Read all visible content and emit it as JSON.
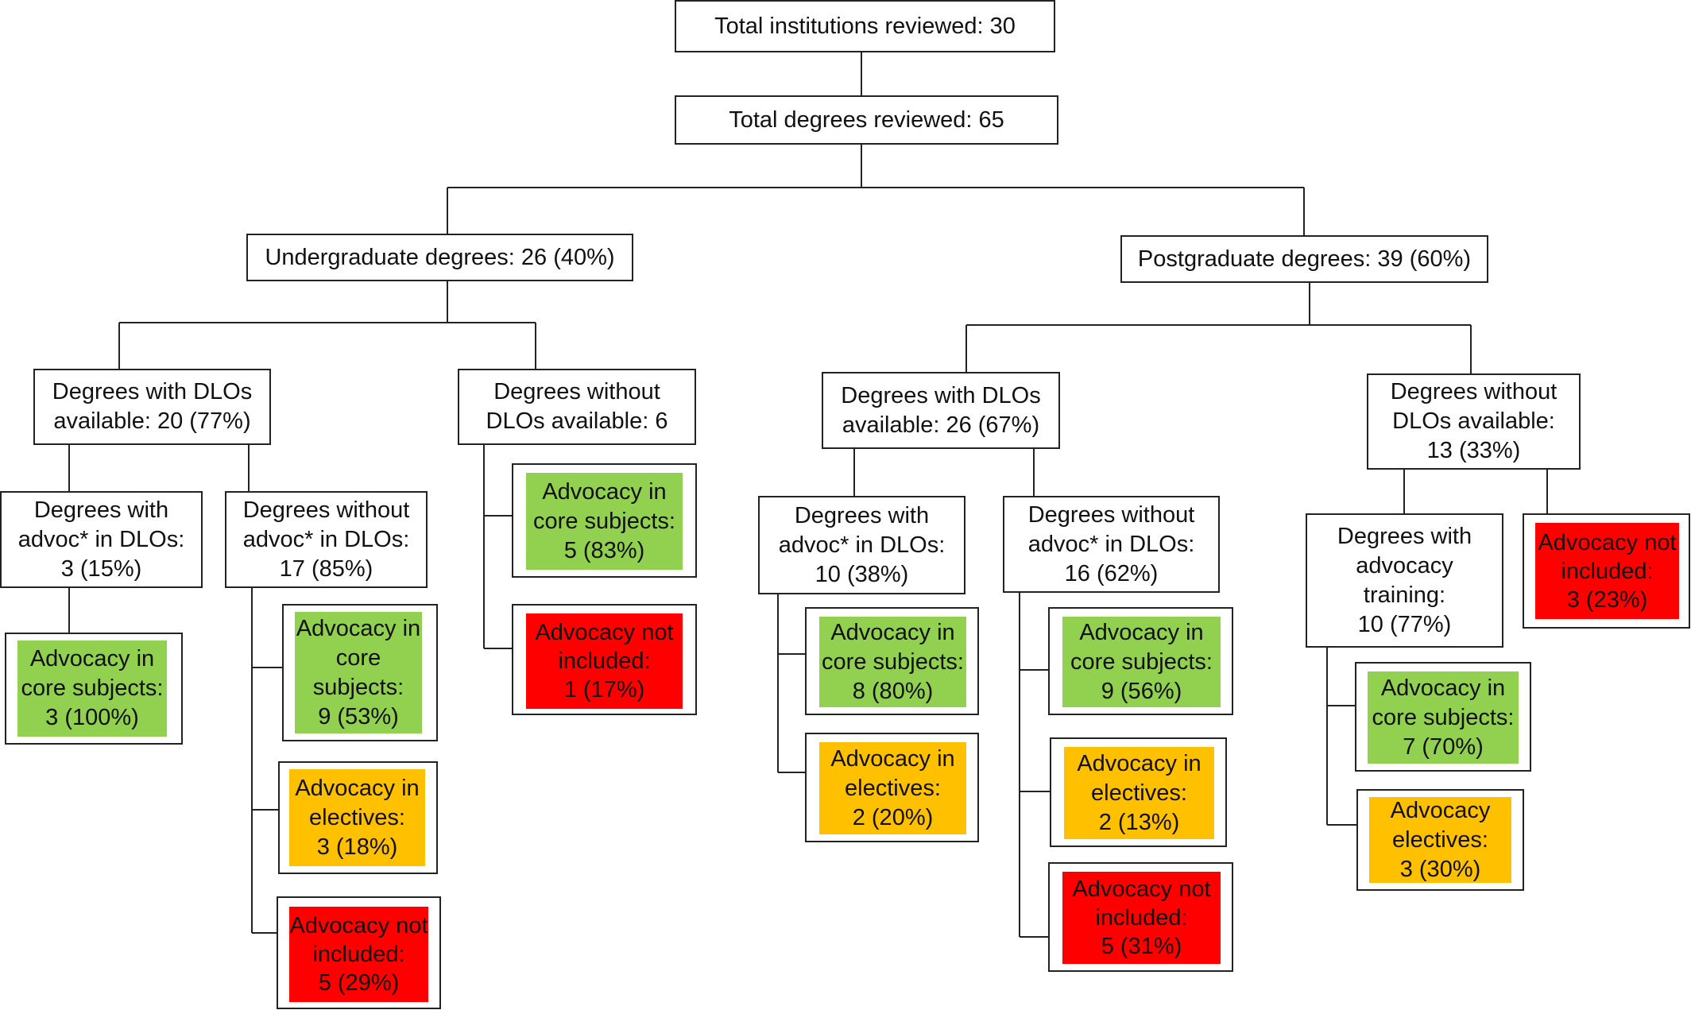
{
  "colors": {
    "core_subjects": "#92d050",
    "electives": "#ffc000",
    "not_included": "#ff0000",
    "line": "#222222"
  },
  "total_institutions": "Total institutions reviewed: 30",
  "total_degrees": "Total degrees reviewed: 65",
  "undergraduate": {
    "title": "Undergraduate degrees: 26 (40%)",
    "with_dlos": {
      "title": "Degrees with DLOs\navailable: 20 (77%)",
      "with_advoc": {
        "title": "Degrees with\nadvoc* in DLOs:\n3 (15%)",
        "core": "Advocacy in\ncore subjects:\n3 (100%)"
      },
      "without_advoc": {
        "title": "Degrees without\nadvoc* in DLOs:\n17 (85%)",
        "core": "Advocacy in\ncore\nsubjects:\n9 (53%)",
        "electives": "Advocacy in\nelectives:\n3 (18%)",
        "not_included": "Advocacy not\nincluded:\n5 (29%)"
      }
    },
    "without_dlos": {
      "title": "Degrees without\nDLOs available: 6",
      "core": "Advocacy in\ncore subjects:\n5 (83%)",
      "not_included": "Advocacy not\nincluded:\n1 (17%)"
    }
  },
  "postgraduate": {
    "title": "Postgraduate degrees: 39 (60%)",
    "with_dlos": {
      "title": "Degrees with DLOs\navailable: 26 (67%)",
      "with_advoc": {
        "title": "Degrees with\nadvoc* in DLOs:\n10 (38%)",
        "core": "Advocacy in\ncore subjects:\n8 (80%)",
        "electives": "Advocacy in\nelectives:\n2 (20%)"
      },
      "without_advoc": {
        "title": "Degrees without\nadvoc* in DLOs:\n16 (62%)",
        "core": "Advocacy in\ncore subjects:\n9 (56%)",
        "electives": "Advocacy in\nelectives:\n2 (13%)",
        "not_included": "Advocacy not\nincluded:\n5 (31%)"
      }
    },
    "without_dlos": {
      "title": "Degrees without\nDLOs available:\n13 (33%)",
      "with_training": {
        "title": "Degrees with\nadvocacy\ntraining:\n10 (77%)",
        "core": "Advocacy in\ncore subjects:\n7 (70%)",
        "electives": "Advocacy\nelectives:\n3 (30%)"
      },
      "not_included": "Advocacy not\nincluded:\n3 (23%)"
    }
  }
}
